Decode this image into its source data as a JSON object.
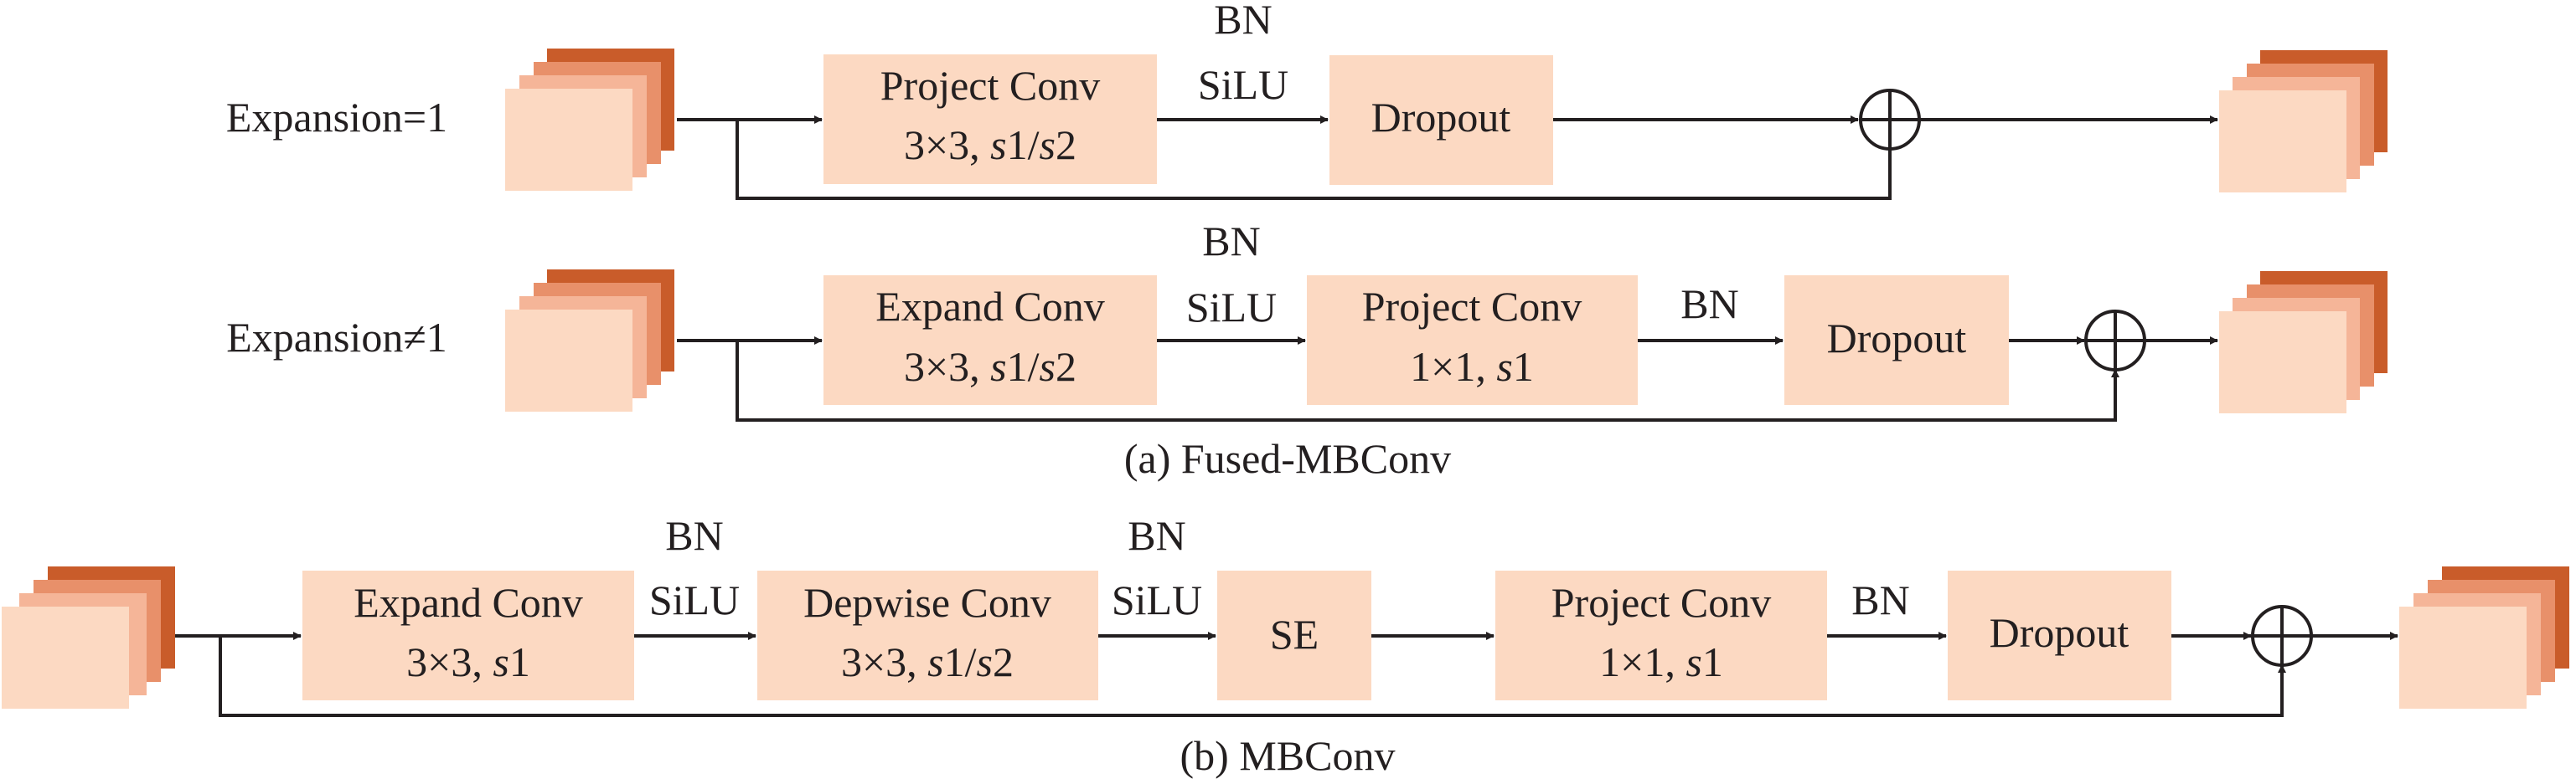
{
  "colors": {
    "box_fill": "#fcd9c2",
    "stack_colors": [
      "#c95c2a",
      "#e8906a",
      "#f5b598",
      "#fcd9c2"
    ],
    "line": "#231f20"
  },
  "row_a1": {
    "label": "Expansion=1",
    "arrow1_labels": [
      "BN",
      "SiLU"
    ],
    "box1": {
      "line1": "Project Conv",
      "line2_pre": "3×3, ",
      "line2_s1": "s",
      "line2_mid": "1/",
      "line2_s2": "s",
      "line2_post": "2"
    },
    "box2": {
      "line1": "Dropout"
    }
  },
  "row_a2": {
    "label": "Expansion≠1",
    "arrow1_labels": [
      "BN",
      "SiLU"
    ],
    "arrow2_label": "BN",
    "box1": {
      "line1": "Expand Conv",
      "line2_pre": "3×3, ",
      "line2_s1": "s",
      "line2_mid": "1/",
      "line2_s2": "s",
      "line2_post": "2"
    },
    "box2": {
      "line1": "Project Conv",
      "line2_pre": "1×1, ",
      "line2_s1": "s",
      "line2_post": "1"
    },
    "box3": {
      "line1": "Dropout"
    }
  },
  "caption_a": "(a) Fused-MBConv",
  "row_b": {
    "arrow1_labels": [
      "BN",
      "SiLU"
    ],
    "arrow2_labels": [
      "BN",
      "SiLU"
    ],
    "arrow4_label": "BN",
    "box1": {
      "line1": "Expand Conv",
      "line2_pre": "3×3, ",
      "line2_s1": "s",
      "line2_post": "1"
    },
    "box2": {
      "line1": "Depwise Conv",
      "line2_pre": "3×3, ",
      "line2_s1": "s",
      "line2_mid": "1/",
      "line2_s2": "s",
      "line2_post": "2"
    },
    "box3": {
      "line1": "SE"
    },
    "box4": {
      "line1": "Project Conv",
      "line2_pre": "1×1, ",
      "line2_s1": "s",
      "line2_post": "1"
    },
    "box5": {
      "line1": "Dropout"
    }
  },
  "caption_b": "(b) MBConv"
}
